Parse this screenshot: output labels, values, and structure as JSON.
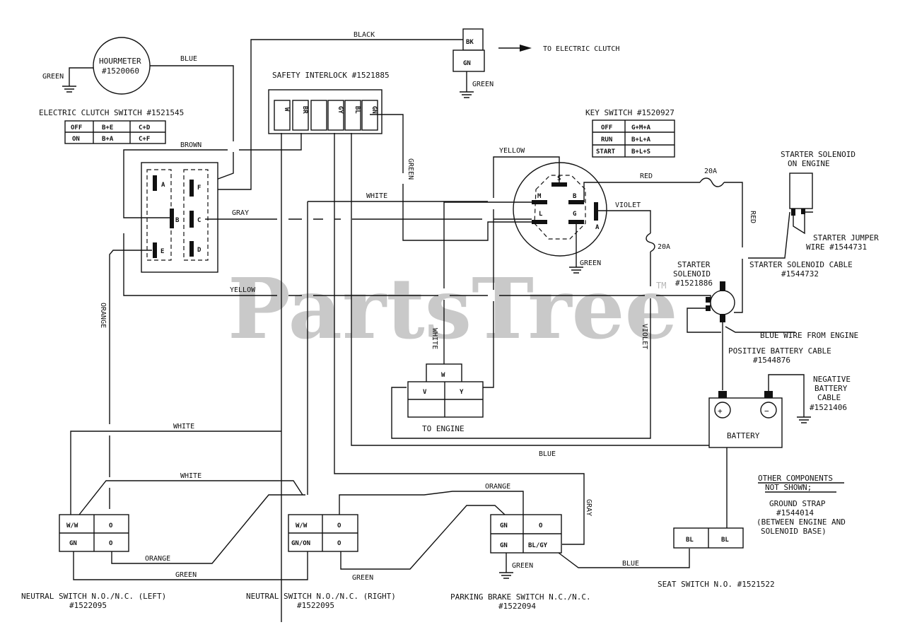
{
  "watermark": {
    "text": "PartsTree",
    "tm": "TM"
  },
  "hourmeter": {
    "line1": "HOURMETER",
    "line2": "#1520060"
  },
  "wires": {
    "black": "BLACK",
    "blue": "BLUE",
    "green": "GREEN",
    "brown": "BROWN",
    "gray": "GRAY",
    "yellow": "YELLOW",
    "white": "WHITE",
    "red": "RED",
    "violet": "VIOLET",
    "orange": "ORANGE"
  },
  "fuse": {
    "rating": "20A"
  },
  "connectors": {
    "bk": "BK",
    "gn": "GN",
    "w": "W",
    "v": "V",
    "y": "Y"
  },
  "electric_clutch": {
    "arrow_label": "TO ELECTRIC CLUTCH",
    "ground_label": "GREEN"
  },
  "safety_interlock": {
    "title": "SAFETY INTERLOCK #1521885",
    "pins": [
      "W",
      "BR",
      "",
      "GY",
      "BL",
      "GN"
    ]
  },
  "clutch_switch": {
    "title": "ELECTRIC CLUTCH SWITCH #1521545",
    "table": [
      [
        "OFF",
        "B+E",
        "C+D"
      ],
      [
        "ON",
        "B+A",
        "C+F"
      ]
    ],
    "terminals": [
      "A",
      "B",
      "E",
      "F",
      "C",
      "D"
    ]
  },
  "key_switch": {
    "title": "KEY SWITCH #1520927",
    "table": [
      [
        "OFF",
        "G+M+A"
      ],
      [
        "RUN",
        "B+L+A"
      ],
      [
        "START",
        "B+L+S"
      ]
    ],
    "terminals": [
      "S",
      "M",
      "B",
      "L",
      "G",
      "A"
    ]
  },
  "starter_solenoid_engine": {
    "line1": "STARTER SOLENOID",
    "line2": "ON ENGINE"
  },
  "starter_jumper": {
    "line1": "STARTER JUMPER",
    "line2": "WIRE #1544731"
  },
  "solenoid_cable": {
    "line1": "STARTER SOLENOID CABLE",
    "line2": "#1544732"
  },
  "starter_solenoid": {
    "line1": "STARTER",
    "line2": "SOLENOID",
    "line3": "#1521886"
  },
  "blue_wire_engine": "BLUE WIRE FROM ENGINE",
  "positive_cable": {
    "line1": "POSITIVE BATTERY CABLE",
    "line2": "#1544876"
  },
  "negative_cable": {
    "line1": "NEGATIVE",
    "line2": "BATTERY",
    "line3": "CABLE",
    "line4": "#1521406"
  },
  "battery": {
    "label": "BATTERY",
    "plus": "+",
    "minus": "−"
  },
  "to_engine": "TO ENGINE",
  "other_components": {
    "title1": "OTHER COMPONENTS",
    "title2": "NOT SHOWN;",
    "line1": "GROUND STRAP",
    "line2": "#1544014",
    "line3": "(BETWEEN ENGINE AND",
    "line4": "SOLENOID BASE)"
  },
  "neutral_left": {
    "pins": [
      "W/W",
      "O",
      "GN",
      "O"
    ],
    "line1": "NEUTRAL SWITCH N.O./N.C. (LEFT)",
    "line2": "#1522095"
  },
  "neutral_right": {
    "pins": [
      "W/W",
      "O",
      "GN/ON",
      "O"
    ],
    "line1": "NEUTRAL SWITCH N.O./N.C. (RIGHT)",
    "line2": "#1522095"
  },
  "parking_brake": {
    "pins": [
      "GN",
      "O",
      "GN",
      "BL/GY"
    ],
    "line1": "PARKING BRAKE SWITCH N.C./N.C.",
    "line2": "#1522094"
  },
  "seat_switch": {
    "pins": [
      "BL",
      "BL"
    ],
    "label": "SEAT SWITCH N.O. #1521522"
  }
}
